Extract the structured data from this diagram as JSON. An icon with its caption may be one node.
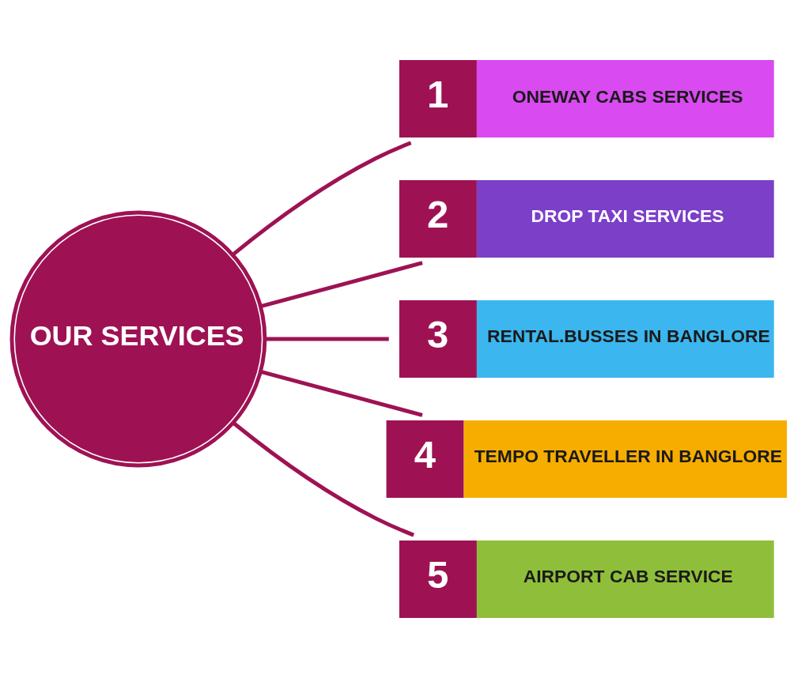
{
  "diagram": {
    "nodes": [
      {
        "text": [
          "OUR SERVICES"
        ]
      },
      {
        "text": [
          "1",
          "ONEWAY CABS SERVICES"
        ]
      },
      {
        "text": [
          "2",
          "DROP TAXI SERVICES"
        ]
      },
      {
        "text": [
          "3",
          "RENTAL.BUSSES IN BANGLORE"
        ]
      },
      {
        "text": [
          "4",
          "TEMPO TRAVELLER IN BANGLORE"
        ]
      },
      {
        "text": [
          "5",
          "AIRPORT CAB SERVICE"
        ]
      }
    ],
    "edges": [
      {
        "from": 0,
        "to": 1,
        "arrow": "none"
      },
      {
        "from": 0,
        "to": 2,
        "arrow": "none"
      },
      {
        "from": 0,
        "to": 3,
        "arrow": "none"
      },
      {
        "from": 0,
        "to": 4,
        "arrow": "none"
      },
      {
        "from": 0,
        "to": 5,
        "arrow": "none"
      }
    ]
  }
}
